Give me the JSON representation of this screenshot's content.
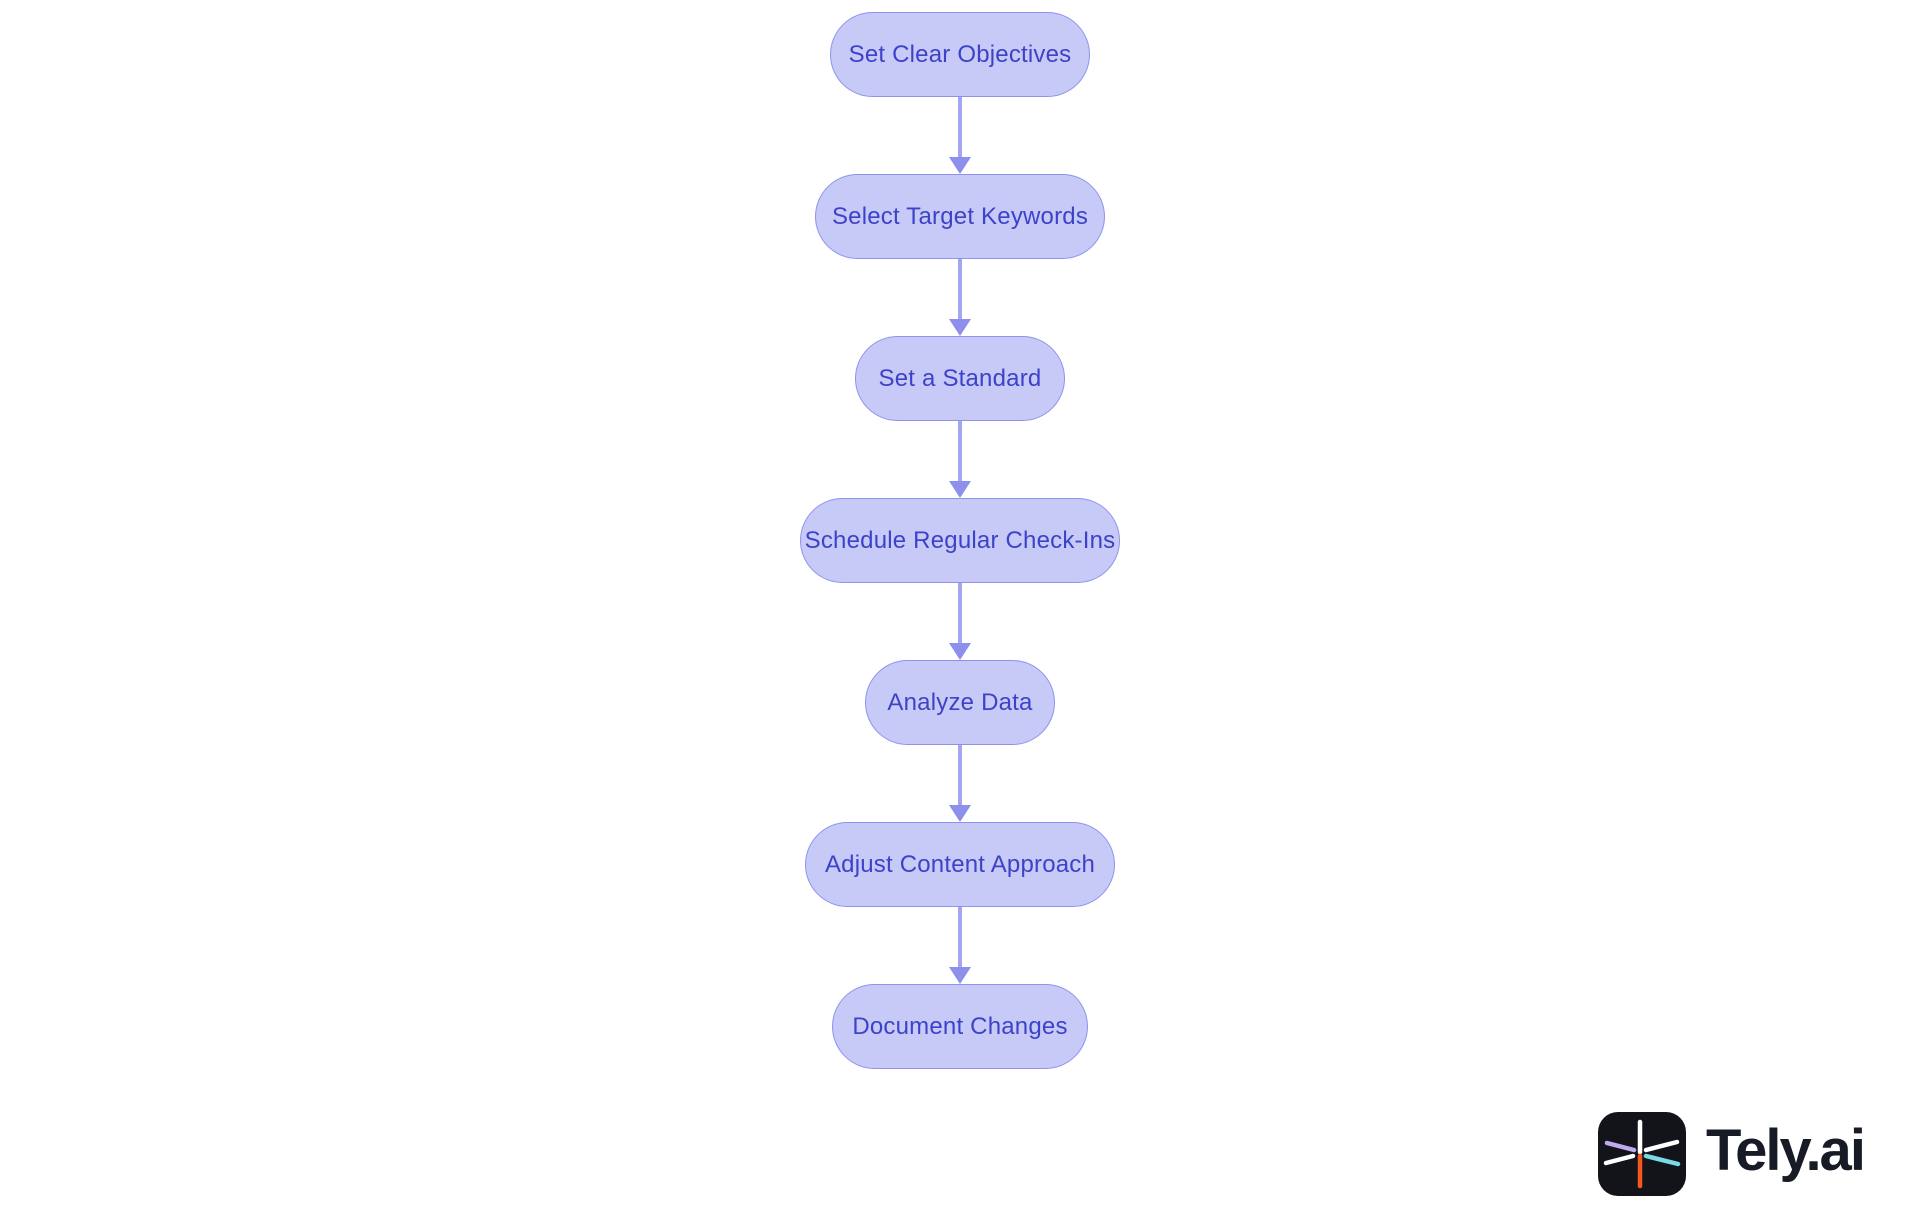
{
  "flowchart": {
    "type": "flowchart",
    "direction": "top-to-bottom",
    "nodes": [
      {
        "label": "Set Clear Objectives"
      },
      {
        "label": "Select Target Keywords"
      },
      {
        "label": "Set a Standard"
      },
      {
        "label": "Schedule Regular Check-Ins"
      },
      {
        "label": "Analyze Data"
      },
      {
        "label": "Adjust Content Approach"
      },
      {
        "label": "Document Changes"
      }
    ],
    "colors": {
      "node_fill": "#c7c9f7",
      "node_border": "#8f93ec",
      "node_text": "#3d43c8",
      "arrow_stem": "#a3a7f2",
      "arrow_head": "#8c90ec"
    }
  },
  "logo": {
    "brand_text": "Tely.ai",
    "colors": {
      "icon_bg": "#131419",
      "text": "#161b26",
      "spoke_white": "#ffffff",
      "spoke_orange": "#f2571d",
      "spoke_lavender": "#bfaaf0",
      "spoke_cyan": "#79d9e4"
    }
  }
}
